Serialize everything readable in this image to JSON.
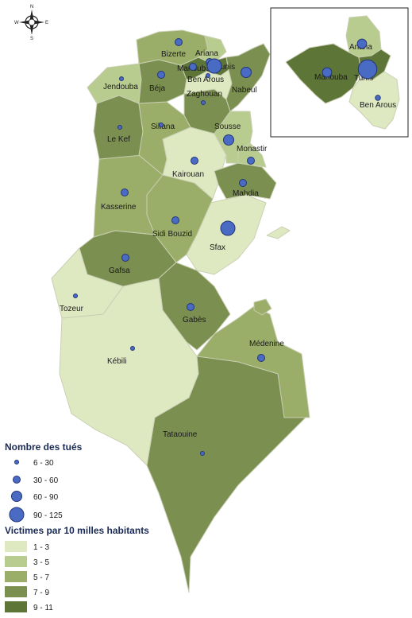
{
  "colors": {
    "class_1": "#dfe9c1",
    "class_2": "#b9cc8f",
    "class_3": "#9aae69",
    "class_4": "#7b9050",
    "class_5": "#5e7538",
    "circle_fill": "#4a6bc4"
  },
  "compass": {
    "n": "N",
    "s": "S",
    "e": "E",
    "w": "W"
  },
  "regions": [
    {
      "id": "bizerte",
      "label": "Bizerte",
      "class": 3
    },
    {
      "id": "ariana",
      "label": "Ariana",
      "class": 2
    },
    {
      "id": "tunis",
      "label": "Tunis",
      "class": 5
    },
    {
      "id": "manouba",
      "label": "Manouba",
      "class": 5
    },
    {
      "id": "ben-arous",
      "label": "Ben Arous",
      "class": 1
    },
    {
      "id": "nabeul",
      "label": "Nabeul",
      "class": 4
    },
    {
      "id": "jendouba",
      "label": "Jendouba",
      "class": 2
    },
    {
      "id": "beja",
      "label": "Béja",
      "class": 4
    },
    {
      "id": "zaghouan",
      "label": "Zaghouan",
      "class": 4
    },
    {
      "id": "le-kef",
      "label": "Le Kef",
      "class": 4
    },
    {
      "id": "siliana",
      "label": "Siliana",
      "class": 3
    },
    {
      "id": "sousse",
      "label": "Sousse",
      "class": 2
    },
    {
      "id": "monastir",
      "label": "Monastir",
      "class": 2
    },
    {
      "id": "kairouan",
      "label": "Kairouan",
      "class": 1
    },
    {
      "id": "mahdia",
      "label": "Mahdia",
      "class": 4
    },
    {
      "id": "kasserine",
      "label": "Kasserine",
      "class": 3
    },
    {
      "id": "sidi-bouzid",
      "label": "Sidi Bouzid",
      "class": 3
    },
    {
      "id": "sfax",
      "label": "Sfax",
      "class": 1
    },
    {
      "id": "gafsa",
      "label": "Gafsa",
      "class": 4
    },
    {
      "id": "tozeur",
      "label": "Tozeur",
      "class": 1
    },
    {
      "id": "gabes",
      "label": "Gabès",
      "class": 4
    },
    {
      "id": "medenine",
      "label": "Médenine",
      "class": 3
    },
    {
      "id": "kebili",
      "label": "Kébili",
      "class": 1
    },
    {
      "id": "tataouine",
      "label": "Tataouine",
      "class": 4
    }
  ],
  "circles": [
    {
      "region": "bizerte",
      "size_class": 2
    },
    {
      "region": "ariana",
      "size_class": 2
    },
    {
      "region": "tunis",
      "size_class": 4
    },
    {
      "region": "manouba",
      "size_class": 2
    },
    {
      "region": "ben-arous",
      "size_class": 1
    },
    {
      "region": "nabeul",
      "size_class": 3
    },
    {
      "region": "jendouba",
      "size_class": 1
    },
    {
      "region": "beja",
      "size_class": 2
    },
    {
      "region": "zaghouan",
      "size_class": 1
    },
    {
      "region": "le-kef",
      "size_class": 1
    },
    {
      "region": "siliana",
      "size_class": 1
    },
    {
      "region": "sousse",
      "size_class": 3
    },
    {
      "region": "monastir",
      "size_class": 2
    },
    {
      "region": "kairouan",
      "size_class": 2
    },
    {
      "region": "mahdia",
      "size_class": 2
    },
    {
      "region": "kasserine",
      "size_class": 2
    },
    {
      "region": "sidi-bouzid",
      "size_class": 2
    },
    {
      "region": "sfax",
      "size_class": 4
    },
    {
      "region": "gafsa",
      "size_class": 2
    },
    {
      "region": "tozeur",
      "size_class": 1
    },
    {
      "region": "gabes",
      "size_class": 2
    },
    {
      "region": "medenine",
      "size_class": 2
    },
    {
      "region": "kebili",
      "size_class": 1
    },
    {
      "region": "tataouine",
      "size_class": 1
    }
  ],
  "inset": {
    "regions": [
      {
        "id": "ariana",
        "label": "Ariana",
        "class": 2
      },
      {
        "id": "manouba",
        "label": "Manouba",
        "class": 5
      },
      {
        "id": "tunis",
        "label": "Tunis",
        "class": 5
      },
      {
        "id": "ben-arous",
        "label": "Ben Arous",
        "class": 1
      }
    ]
  },
  "legend": {
    "size_title": "Nombre des tués",
    "size_items": [
      {
        "label": "6 - 30",
        "size_class": 1
      },
      {
        "label": "30 - 60",
        "size_class": 2
      },
      {
        "label": "60 - 90",
        "size_class": 3
      },
      {
        "label": "90 - 125",
        "size_class": 4
      }
    ],
    "color_title": "Victimes par 10 milles habitants",
    "color_items": [
      {
        "label": "1 - 3",
        "class": 1
      },
      {
        "label": "3 - 5",
        "class": 2
      },
      {
        "label": "5 - 7",
        "class": 3
      },
      {
        "label": "7 - 9",
        "class": 4
      },
      {
        "label": "9 - 11",
        "class": 5
      }
    ]
  }
}
